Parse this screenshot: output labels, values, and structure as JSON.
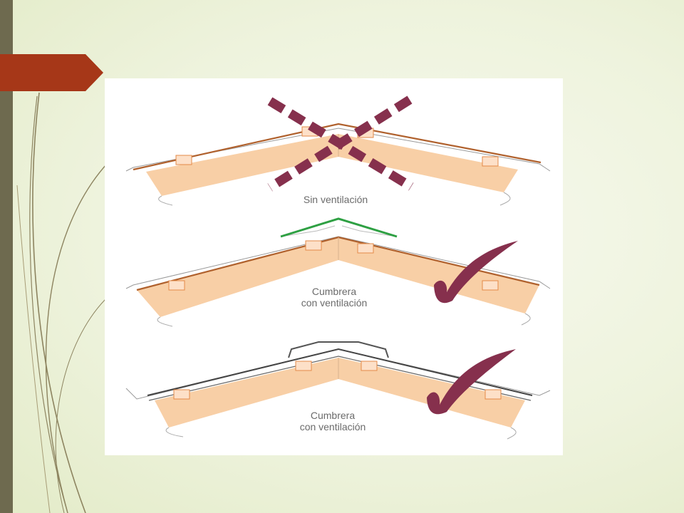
{
  "slide": {
    "colors": {
      "background": "#eef3dd",
      "sidebar": "#6e6a4f",
      "accent_tab": "#a63718",
      "insulation": "#f8cfa6",
      "roof_line": "#b0612d",
      "ridge_vent": "#2ea043",
      "marker": "#86304d"
    }
  },
  "figure": {
    "panels": [
      {
        "caption_lines": [
          "Sin ventilación"
        ],
        "marker_icon": "cross-icon"
      },
      {
        "caption_lines": [
          "Cumbrera",
          "con ventilación"
        ],
        "marker_icon": "checkmark-icon"
      },
      {
        "caption_lines": [
          "Cumbrera",
          "con ventilación"
        ],
        "marker_icon": "checkmark-icon"
      }
    ]
  }
}
